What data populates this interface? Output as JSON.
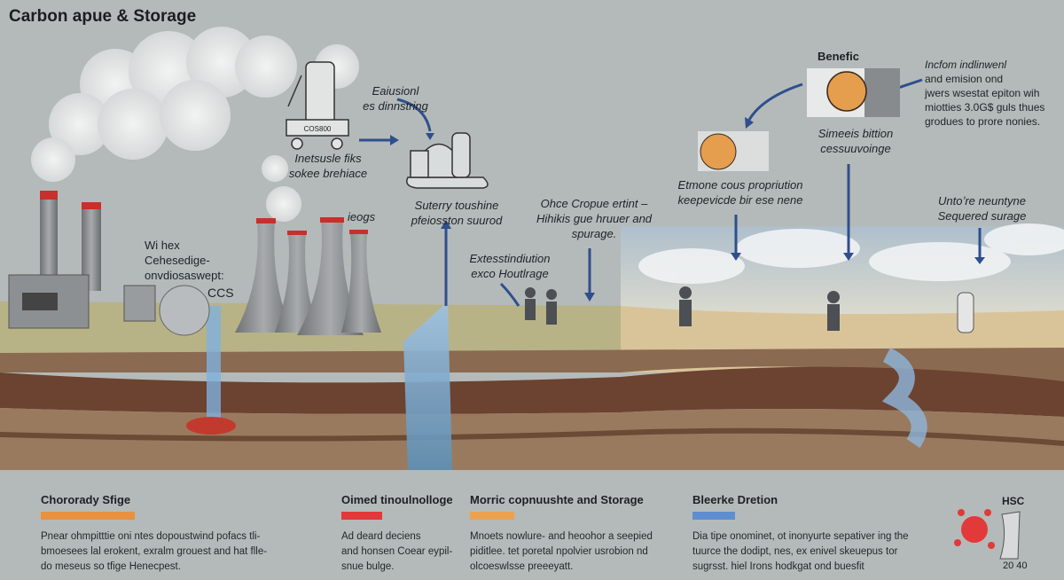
{
  "title": "Carbon apue & Storage",
  "labels": {
    "emission_top": [
      "Eaiusionl",
      "es dinnstring"
    ],
    "industry": [
      "Inetsusle fiks",
      "sokee brehiace"
    ],
    "truck_sign": "COS800",
    "processing": [
      "Suterry toushine",
      "pfeiosston suurod"
    ],
    "ieogs": "ieogs",
    "capture_note": [
      "Ohce Cropue ertint –",
      "Hihikis gue hruuer and",
      "spurage."
    ],
    "extraction": [
      "Extesstindiution",
      "exco Houtlrage"
    ],
    "wh_hex": [
      "Wi hex",
      "Cehesedige-",
      "onvdiosaswept:"
    ],
    "ccs": "CCS",
    "benefic": "Benefic",
    "benefic_caption": [
      "Simeeis bittion",
      "cessuuvoinge"
    ],
    "emone": [
      "Etmone cous propriution",
      "keepevicde bir ese nene"
    ],
    "income": [
      "Incfom indlinwenl",
      "and  emision    ond",
      "jwers wsestat epiton wih",
      "miotties  3.0G$  guls  thues",
      "grodues to prore nonies."
    ],
    "sequered": [
      "Untoʼre neuntyne",
      "Sequered surage"
    ]
  },
  "legend": [
    {
      "heading": "Chororady Sfige",
      "color": "#e8913f",
      "lines": [
        "Pnear ohmpitttie oni ntes dopoustwind pofacs tli-",
        "bmoesees lal erokent, exralm grouest and hat flle-",
        "do meseus so tfige Henecpest."
      ]
    },
    {
      "heading": "Oimed tinoulnolloge",
      "color": "#e2393a",
      "lines": [
        "Ad deard deciens",
        "and honsen Coear eypil-",
        "snue bulge."
      ]
    },
    {
      "heading": "Morric copnuushte  and Storage",
      "color": "#eba24e",
      "lines": [
        "Mnoets nowlure-  and heoohor a seepied",
        "piditlee. tet poretal npolvier usrobion nd",
        "olcoeswlsse  preeeyatt."
      ]
    },
    {
      "heading": "Bleerke Dretion",
      "color": "#5f8ed0",
      "lines": [
        "Dia tipe onominet, ot inonyurte sepativer ing the",
        "tuurce  the dodipt, nes, ex  enivel skeuepus tor",
        "sugrsst. hiel Irons hodkgat ond buesfit"
      ]
    }
  ],
  "badge": {
    "label": "HSC",
    "year": "20 40"
  },
  "colors": {
    "background": "#b4bab9",
    "arrow": "#2f4f8c",
    "soil_dark": "#6b4330",
    "ground_top": "#b9b38a"
  }
}
